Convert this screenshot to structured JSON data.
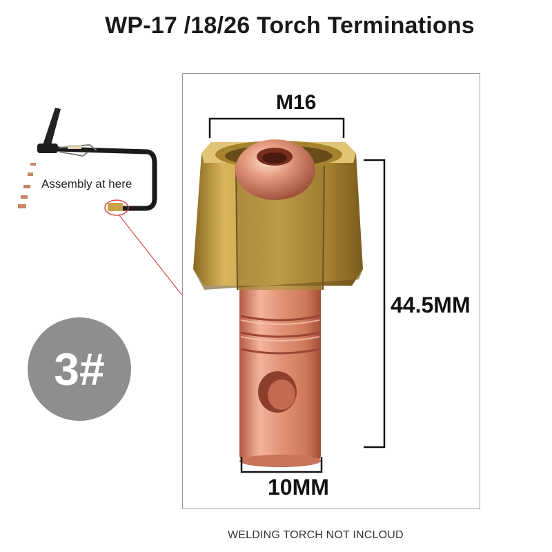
{
  "title": "WP-17 /18/26 Torch Terminations",
  "assembly_label": "Assembly at here",
  "dimensions": {
    "thread": "M16",
    "length": "44.5MM",
    "diameter": "10MM"
  },
  "badge": "3#",
  "footer_note": "WELDING TORCH NOT INCLOUD",
  "colors": {
    "badge": "#8e8e8e",
    "brass": "#c9a24a",
    "copper": "#d9826a",
    "pointer_line": "#d84a4a"
  }
}
